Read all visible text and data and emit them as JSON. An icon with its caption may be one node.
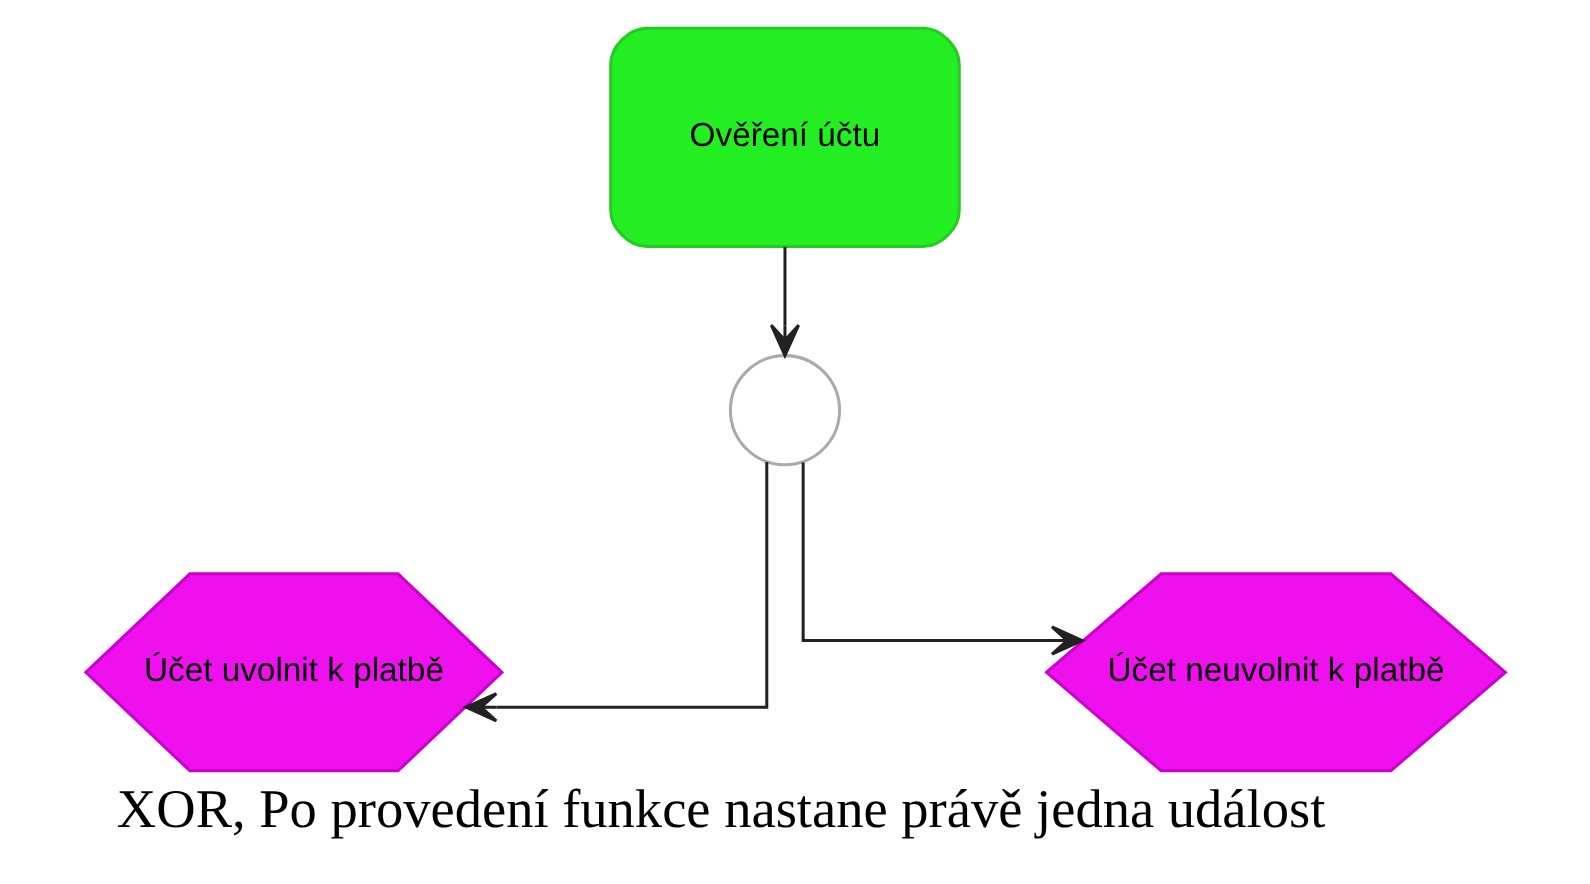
{
  "diagram": {
    "caption": "XOR, Po provedení funkce nastane právě jedna událost",
    "nodes": [
      {
        "text": [
          "Ověření účtu"
        ]
      },
      {
        "text": [],
        "shape": "circle"
      },
      {
        "text": [
          "Účet uvolnit k platbě"
        ]
      },
      {
        "text": [
          "Účet neuvolnit k platbě"
        ]
      }
    ],
    "edges": [
      {
        "from": 0,
        "to": 1,
        "arrow": "to"
      },
      {
        "from": 1,
        "to": 2,
        "arrow": "to"
      },
      {
        "from": 1,
        "to": 3,
        "arrow": "to"
      }
    ]
  }
}
